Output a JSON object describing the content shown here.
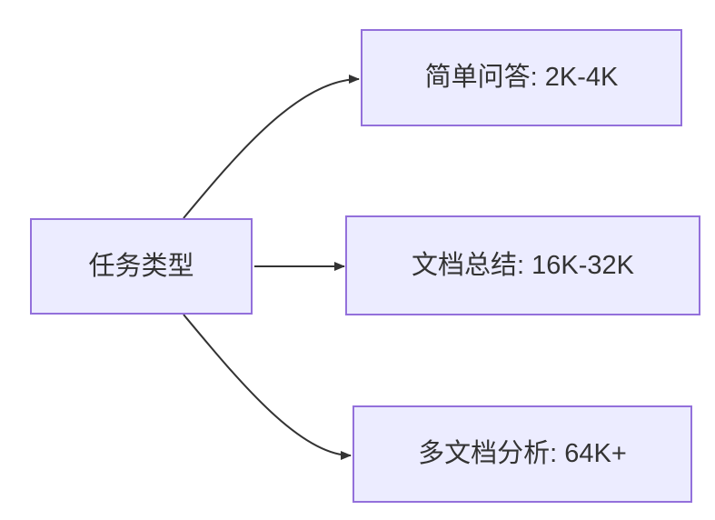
{
  "diagram": {
    "type": "flowchart",
    "direction": "left-to-right",
    "root": {
      "id": "root",
      "label": "任务类型"
    },
    "branches": [
      {
        "id": "b0",
        "label": "简单问答: 2K-4K"
      },
      {
        "id": "b1",
        "label": "文档总结: 16K-32K"
      },
      {
        "id": "b2",
        "label": "多文档分析: 64K+"
      }
    ],
    "edges": [
      {
        "from": "root",
        "to": "b0",
        "style": "curved-up-arrow"
      },
      {
        "from": "root",
        "to": "b1",
        "style": "straight-arrow"
      },
      {
        "from": "root",
        "to": "b2",
        "style": "curved-down-arrow"
      }
    ],
    "colors": {
      "node_fill": "#ECECFF",
      "node_border": "#9370DB",
      "edge": "#333333",
      "text": "#333333",
      "background": "#FFFFFF"
    }
  }
}
